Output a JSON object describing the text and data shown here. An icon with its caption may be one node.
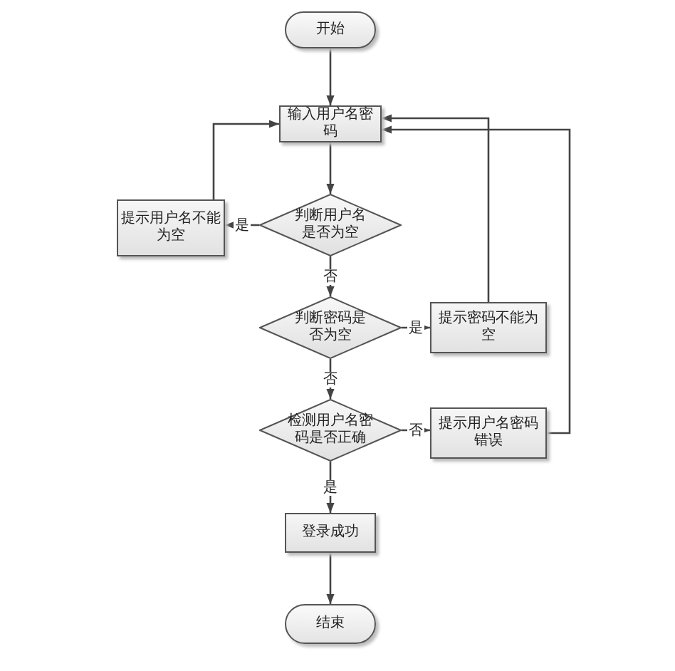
{
  "diagram": {
    "nodes": [
      {
        "text": [
          "开始"
        ]
      },
      {
        "text": [
          "输入用户名密码"
        ]
      },
      {
        "text": [
          "判断用户名是否为空"
        ]
      },
      {
        "text": [
          "提示用户名不能为空"
        ]
      },
      {
        "text": [
          "判断密码是否为空"
        ]
      },
      {
        "text": [
          "提示密码不能为空"
        ]
      },
      {
        "text": [
          "检测用户名密码是否正确"
        ]
      },
      {
        "text": [
          "提示用户名密码错误"
        ]
      },
      {
        "text": [
          "登录成功"
        ]
      },
      {
        "text": [
          "结束"
        ]
      }
    ],
    "edges": [
      {
        "from": 0,
        "to": 1,
        "arrow": "to"
      },
      {
        "from": 1,
        "to": 2,
        "arrow": "to"
      },
      {
        "from": 2,
        "to": 3,
        "arrow": "to",
        "label": "是"
      },
      {
        "from": 3,
        "to": 1,
        "arrow": "to"
      },
      {
        "from": 2,
        "to": 4,
        "arrow": "to",
        "label": "否"
      },
      {
        "from": 4,
        "to": 5,
        "arrow": "to",
        "label": "是"
      },
      {
        "from": 5,
        "to": 1,
        "arrow": "to"
      },
      {
        "from": 4,
        "to": 6,
        "arrow": "to",
        "label": "否"
      },
      {
        "from": 6,
        "to": 7,
        "arrow": "to",
        "label": "否"
      },
      {
        "from": 7,
        "to": 1,
        "arrow": "to"
      },
      {
        "from": 6,
        "to": 8,
        "arrow": "to",
        "label": "是"
      },
      {
        "from": 8,
        "to": 9,
        "arrow": "to"
      }
    ]
  }
}
